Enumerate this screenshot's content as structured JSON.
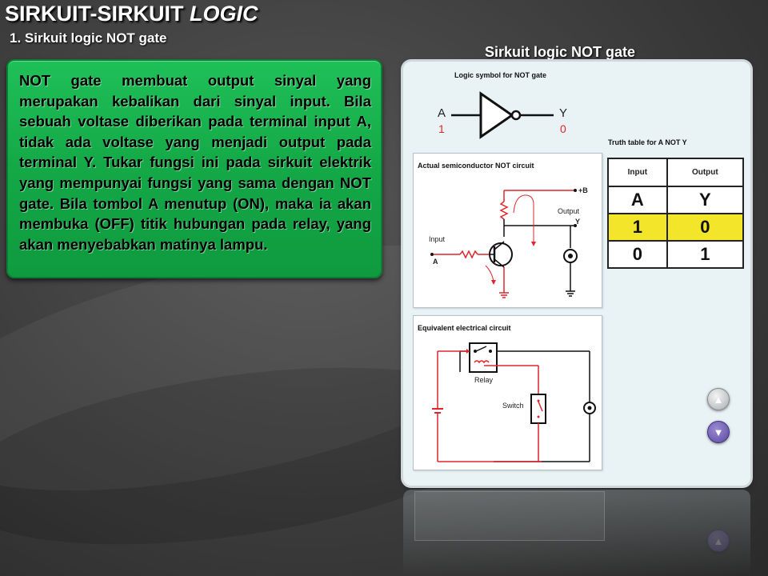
{
  "slide": {
    "title_main": "SIRKUIT-SIRKUIT ",
    "title_italic": "LOGIC",
    "subtitle": "1. Sirkuit  logic NOT gate",
    "body_text": "NOT gate membuat output sinyal yang merupakan kebalikan dari sinyal input. Bila sebuah voltase diberikan pada terminal input A, tidak ada voltase yang menjadi output pada terminal Y. Tukar fungsi ini pada sirkuit elektrik yang mempunyai fungsi yang sama dengan NOT gate. Bila tombol A menutup (ON), maka ia akan membuka (OFF) titik hubungan pada relay, yang akan menyebabkan matinya lampu.",
    "panel_caption": "Sirkuit logic  NOT gate"
  },
  "figure": {
    "logic_symbol_title": "Logic symbol for NOT gate",
    "input_label": "A",
    "input_value": "1",
    "output_label": "Y",
    "output_value": "0",
    "truth_table_title": "Truth table for A NOT Y",
    "truth_table": {
      "headers": [
        "Input",
        "Output"
      ],
      "subheaders": [
        "A",
        "Y"
      ],
      "rows": [
        [
          "1",
          "0"
        ],
        [
          "0",
          "1"
        ]
      ],
      "highlighted_row": 0
    },
    "semiconductor_title": "Actual semiconductor NOT circuit",
    "plus_b": "+B",
    "output_text": "Output",
    "output_terminal": "Y",
    "input_text": "Input",
    "input_terminal": "A",
    "equivalent_title": "Equivalent electrical circuit",
    "relay_label": "Relay",
    "switch_label": "Switch"
  },
  "nav": {
    "up_icon": "chevron-up-icon",
    "down_icon": "chevron-down-icon"
  },
  "colors": {
    "text_box_green": "#14a847",
    "highlight_yellow": "#f3e52a",
    "wire_red": "#e0262b",
    "nav_purple": "#5b4aa0"
  }
}
